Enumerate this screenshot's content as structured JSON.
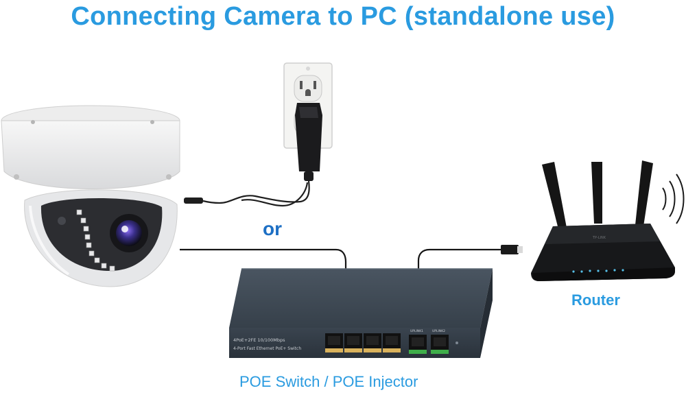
{
  "title": "Connecting Camera to PC (standalone use)",
  "labels": {
    "or": "or",
    "router": "Router",
    "switch": "POE Switch / POE Injector"
  },
  "switch_panel_text": {
    "line1": "4PoE+2FE 10/100Mbps",
    "line2": "4-Port Fast Ethernet PoE+ Switch",
    "uplink1": "UPLINK1",
    "uplink2": "UPLINK2"
  },
  "router_brand": "TP-LINK",
  "colors": {
    "title": "#2a9be0",
    "or": "#1d6fc4",
    "device_dark": "#2d3238",
    "poe_port_accent": "#d9b25c",
    "uplink_accent": "#3fae4a"
  },
  "icons": {
    "camera": "dome-camera-icon",
    "outlet": "wall-outlet-icon",
    "adapter": "power-adapter-icon",
    "router": "wifi-router-icon",
    "switch": "poe-switch-icon",
    "wifi": "wifi-signal-icon"
  }
}
